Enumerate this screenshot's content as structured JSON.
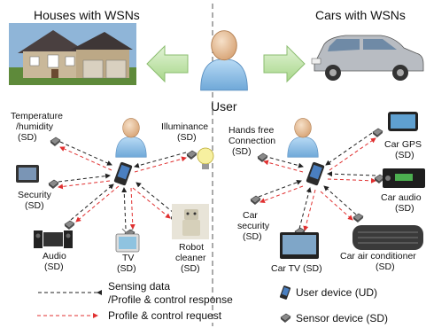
{
  "titles": {
    "left": "Houses with WSNs",
    "right": "Cars with WSNs",
    "user": "User"
  },
  "house_nodes": {
    "temp_line1": "Temperature",
    "temp_line2": "/humidity",
    "temp_line3": "(SD)",
    "illum_line1": "Illuminance",
    "illum_line2": "(SD)",
    "security_line1": "Security",
    "security_line2": "(SD)",
    "audio_line1": "Audio",
    "audio_line2": "(SD)",
    "tv_line1": "TV",
    "tv_line2": "(SD)",
    "robot_line1": "Robot",
    "robot_line2": "cleaner",
    "robot_line3": "(SD)"
  },
  "car_nodes": {
    "handsfree_line1": "Hands free",
    "handsfree_line2": "Connection",
    "handsfree_line3": "(SD)",
    "gps_line1": "Car GPS",
    "gps_line2": "(SD)",
    "caraudio_line1": "Car audio",
    "caraudio_line2": "(SD)",
    "security_line1": "Car",
    "security_line2": "security",
    "security_line3": "(SD)",
    "tv_label": "Car TV (SD)",
    "ac_line1": "Car air conditioner",
    "ac_line2": "(SD)"
  },
  "legend": {
    "sensing_line1": "Sensing data",
    "sensing_line2": "/Profile & control response",
    "request": "Profile & control request",
    "user_device": "User device (UD)",
    "sensor_device": "Sensor device (SD)"
  },
  "colors": {
    "arrow_black": "#222222",
    "arrow_red": "#e03030",
    "person_blue": "#8fc0e8",
    "big_arrow_green": "#c6e6b0"
  }
}
